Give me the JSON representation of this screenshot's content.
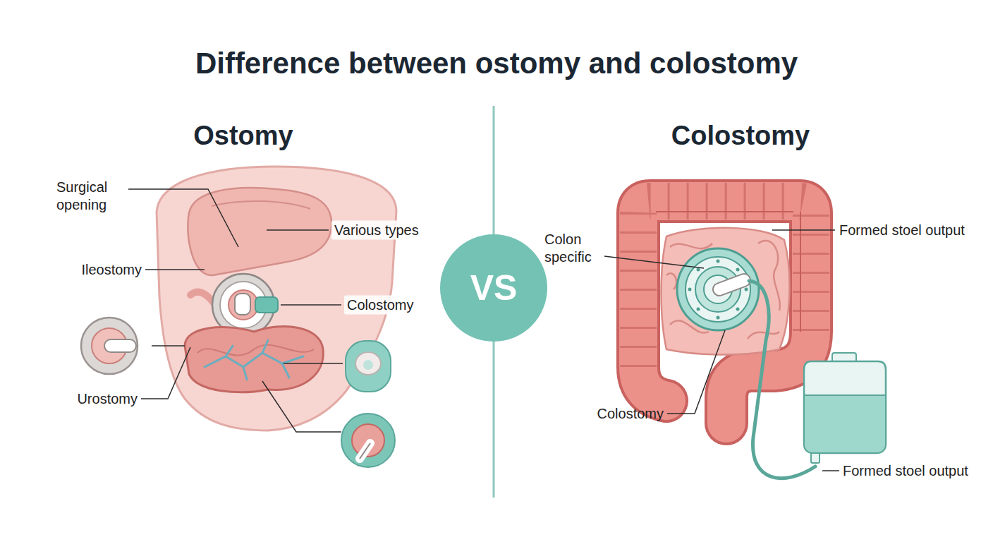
{
  "diagram": {
    "title": "Difference between ostomy and colostomy",
    "nodes": [
      {
        "text": [
          "VS"
        ]
      }
    ],
    "labels": [
      "Ostomy",
      "Surgical opening",
      "Various types",
      "Ileostomy",
      "Colostomy",
      "Urostomy",
      "Colostomy",
      "Colon specific",
      "Formed stoel output",
      "Colostomy",
      "Formed stoel output"
    ]
  }
}
